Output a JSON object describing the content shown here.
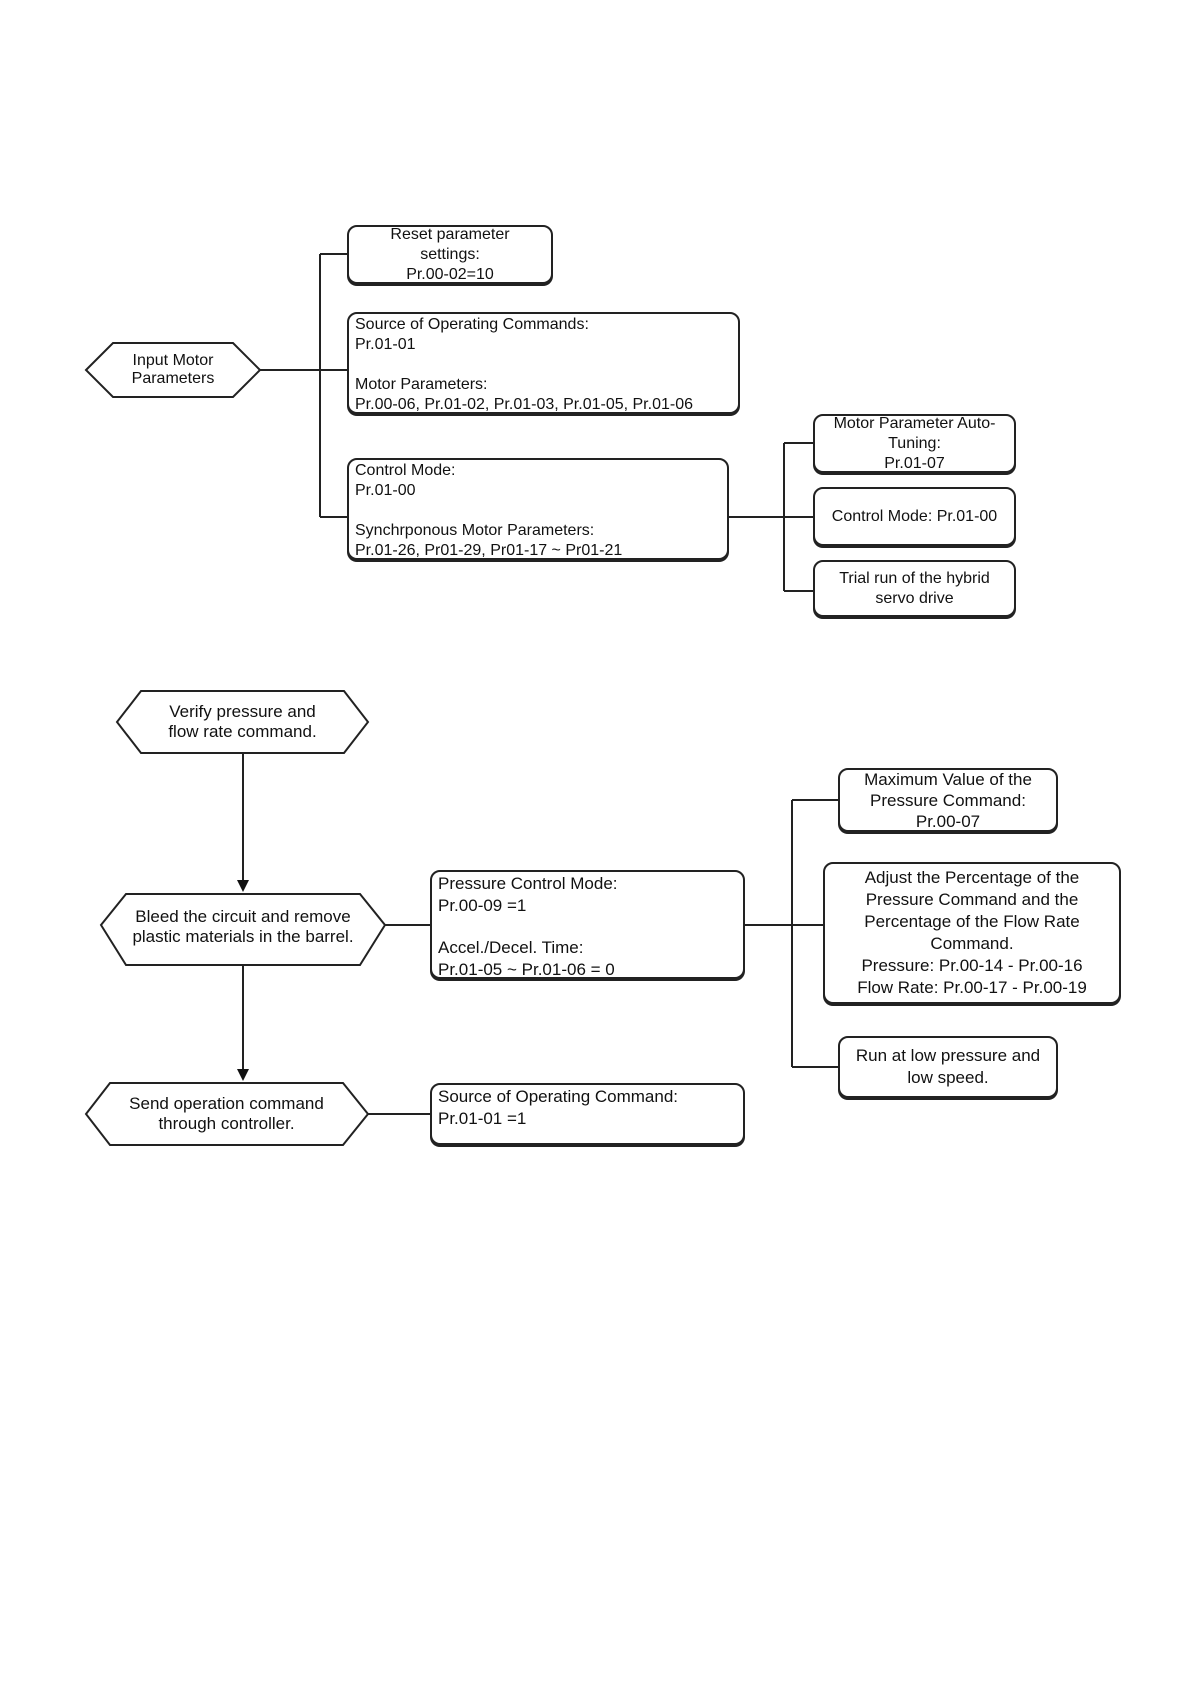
{
  "diagram1": {
    "start": {
      "lines": [
        "Input Motor",
        "Parameters"
      ]
    },
    "reset": {
      "lines": [
        "Reset parameter",
        "settings:",
        "Pr.00-02=10"
      ]
    },
    "source": {
      "lines": [
        "Source of Operating Commands:",
        "Pr.01-01"
      ],
      "lines2": [
        "Motor Parameters:",
        "Pr.00-06, Pr.01-02, Pr.01-03, Pr.01-05, Pr.01-06"
      ]
    },
    "control": {
      "lines": [
        "Control Mode:",
        "Pr.01-00"
      ],
      "lines2": [
        "Synchrponous Motor Parameters:",
        "Pr.01-26, Pr01-29, Pr01-17 ~ Pr01-21"
      ]
    },
    "autotune": {
      "lines": [
        "Motor Parameter Auto-",
        "Tuning:",
        "Pr.01-07"
      ]
    },
    "controlmode": {
      "lines": [
        "Control Mode: Pr.01-00"
      ]
    },
    "trialrun": {
      "lines": [
        "Trial run of the hybrid",
        "servo drive"
      ]
    }
  },
  "diagram2": {
    "verify": {
      "lines": [
        "Verify pressure and",
        "flow rate command."
      ]
    },
    "bleed": {
      "lines": [
        "Bleed the circuit and remove",
        "plastic materials in the barrel."
      ]
    },
    "send": {
      "lines": [
        "Send operation command",
        "through controller."
      ]
    },
    "pressure": {
      "lines": [
        "Pressure Control Mode:",
        "Pr.00-09 =1"
      ],
      "lines2": [
        "Accel./Decel. Time:",
        "Pr.01-05 ~ Pr.01-06 = 0"
      ]
    },
    "opsource": {
      "lines": [
        "Source of Operating Command:",
        "Pr.01-01 =1"
      ]
    },
    "maxvalue": {
      "lines": [
        "Maximum Value of the",
        "Pressure Command:",
        "Pr.00-07"
      ]
    },
    "adjust": {
      "lines": [
        "Adjust the Percentage of the",
        "Pressure Command and the",
        "Percentage of the Flow Rate",
        "Command.",
        "Pressure: Pr.00-14 - Pr.00-16",
        "Flow Rate: Pr.00-17 - Pr.00-19"
      ]
    },
    "lowpressure": {
      "lines": [
        "Run at low pressure and",
        "low speed."
      ]
    }
  }
}
